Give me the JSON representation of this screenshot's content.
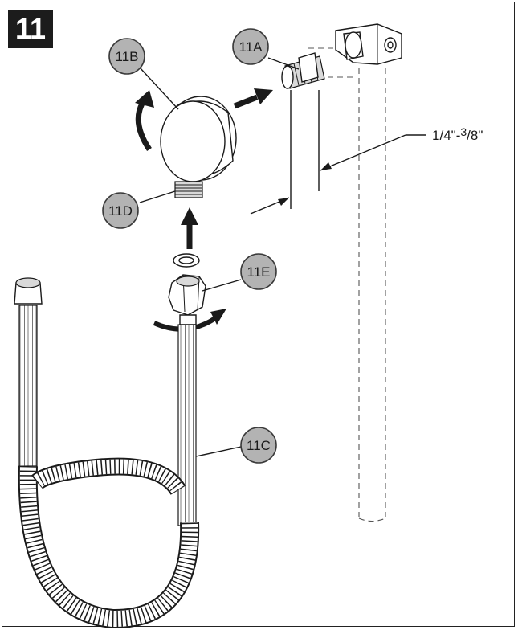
{
  "step": {
    "number": "11"
  },
  "callouts": {
    "c11a": "11A",
    "c11b": "11B",
    "c11c": "11C",
    "c11d": "11D",
    "c11e": "11E"
  },
  "dimension": {
    "whole1": "1",
    "frac1_den": "/4",
    "sep": "\"-",
    "frac2_num": "3",
    "frac2_den": "/8",
    "inch": "\""
  },
  "colors": {
    "callout_fill": "#b3b3b3",
    "ink": "#1a1a1a",
    "badge": "#1c1c1c"
  }
}
